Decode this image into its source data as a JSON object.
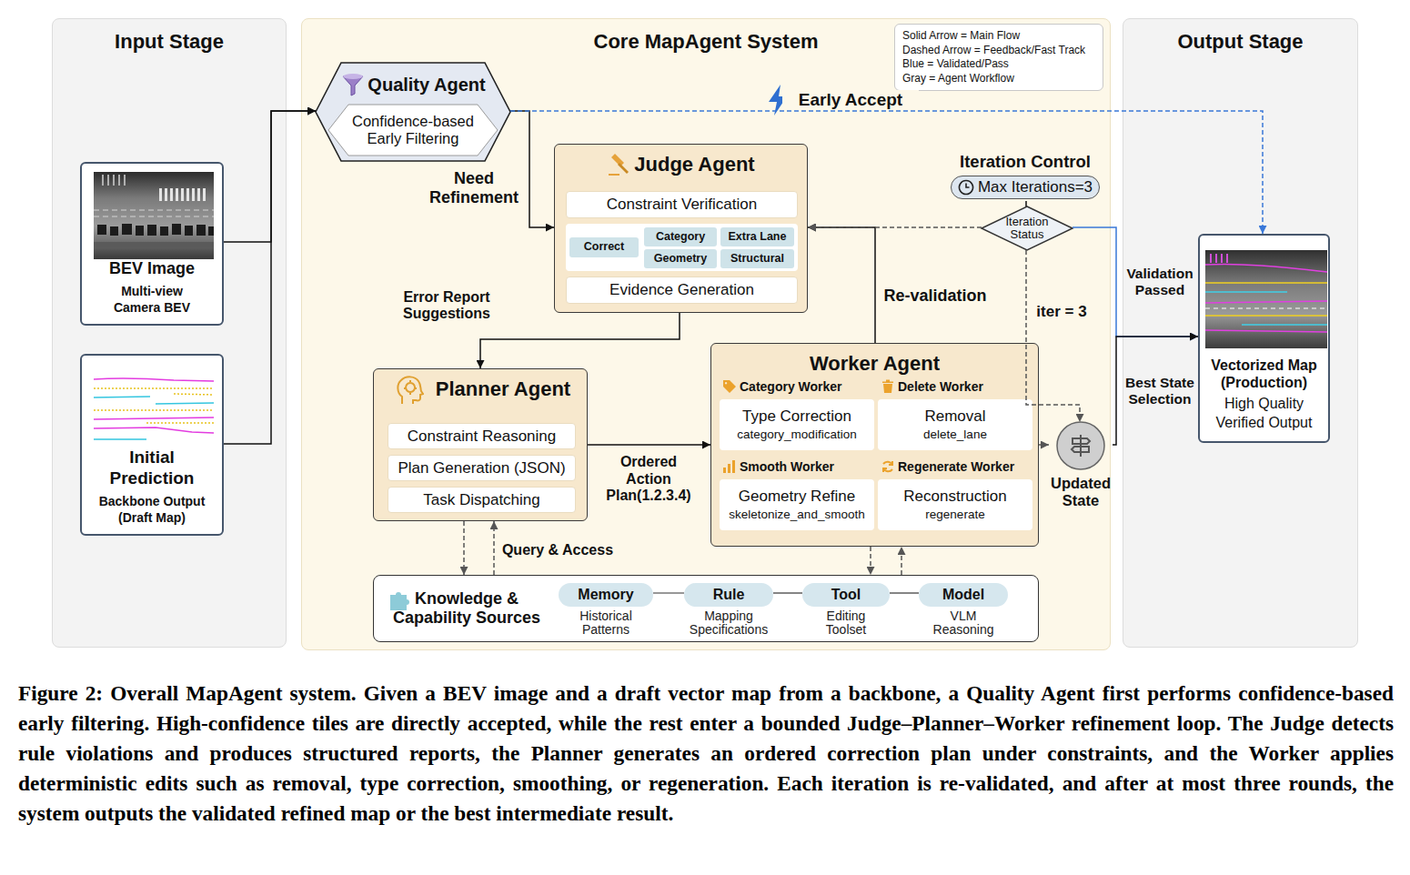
{
  "diagram": {
    "caption": "Figure 2: Overall MapAgent system. Given a BEV image and a draft vector map from a backbone, a Quality Agent first performs confidence-based early filtering. High-confidence tiles are directly accepted, while the rest enter a bounded Judge–Planner–Worker refinement loop. The Judge detects rule violations and produces structured reports, the Planner generates an ordered correction plan under constraints, and the Worker applies deterministic edits such as removal, type correction, smoothing, or regeneration. Each iteration is re-validated, and after at most three rounds, the system outputs the validated refined map or the best intermediate result.",
    "nodes": [
      {
        "text": [
          "Input Stage"
        ]
      },
      {
        "text": [
          "BEV Image",
          "Multi-view Camera BEV"
        ],
        "in": 0
      },
      {
        "text": [
          "Initial Prediction",
          "Backbone Output (Draft Map)"
        ],
        "in": 0
      },
      {
        "text": [
          "Core MapAgent System"
        ]
      },
      {
        "text": [
          "Quality Agent",
          "Confidence-based Early Filtering"
        ],
        "in": 3
      },
      {
        "text": [
          "Judge Agent"
        ],
        "in": 3
      },
      {
        "text": [
          "Constraint Verification"
        ],
        "in": 5
      },
      {
        "text": [
          "Correct"
        ],
        "in": 5
      },
      {
        "text": [
          "Category"
        ],
        "in": 5
      },
      {
        "text": [
          "Extra Lane"
        ],
        "in": 5
      },
      {
        "text": [
          "Geometry"
        ],
        "in": 5
      },
      {
        "text": [
          "Structural"
        ],
        "in": 5
      },
      {
        "text": [
          "Evidence Generation"
        ],
        "in": 5
      },
      {
        "text": [
          "Iteration Control",
          "Max Iterations=3"
        ],
        "in": 3
      },
      {
        "text": [
          "Iteration Status"
        ],
        "in": 3
      },
      {
        "text": [
          "Planner Agent"
        ],
        "in": 3
      },
      {
        "text": [
          "Constraint Reasoning"
        ],
        "in": 15
      },
      {
        "text": [
          "Plan Generation (JSON)"
        ],
        "in": 15
      },
      {
        "text": [
          "Task Dispatching"
        ],
        "in": 15
      },
      {
        "text": [
          "Worker Agent"
        ],
        "in": 3
      },
      {
        "text": [
          "Category Worker",
          "Type Correction",
          "category_modification"
        ],
        "in": 19
      },
      {
        "text": [
          "Delete Worker",
          "Removal",
          "delete_lane"
        ],
        "in": 19
      },
      {
        "text": [
          "Smooth Worker",
          "Geometry Refine",
          "skeletonize_and_smooth"
        ],
        "in": 19
      },
      {
        "text": [
          "Regenerate Worker",
          "Reconstruction",
          "regenerate"
        ],
        "in": 19
      },
      {
        "text": [
          "Updated State"
        ],
        "in": 3
      },
      {
        "text": [
          "Knowledge & Capability Sources"
        ],
        "in": 3
      },
      {
        "text": [
          "Memory",
          "Historical Patterns"
        ],
        "in": 25
      },
      {
        "text": [
          "Rule",
          "Mapping Specifications"
        ],
        "in": 25
      },
      {
        "text": [
          "Tool",
          "Editing Toolset"
        ],
        "in": 25
      },
      {
        "text": [
          "Model",
          "VLM Reasoning"
        ],
        "in": 25
      },
      {
        "text": [
          "Output Stage"
        ]
      },
      {
        "text": [
          "Vectorized Map (Production)",
          "High Quality Verified Output"
        ],
        "in": 30
      }
    ],
    "edges": [
      {
        "from": 1,
        "to": 4,
        "arrow": "to"
      },
      {
        "from": 2,
        "to": 4,
        "arrow": "to"
      },
      {
        "from": 4,
        "to": 5,
        "label": "Need Refinement",
        "arrow": "to"
      },
      {
        "from": 4,
        "to": 31,
        "label": "Early Accept",
        "arrow": "to"
      },
      {
        "from": 5,
        "to": 15,
        "label": "Error Report Suggestions",
        "arrow": "to"
      },
      {
        "from": 15,
        "to": 19,
        "label": "Ordered Action Plan(1.2.3.4)",
        "arrow": "to"
      },
      {
        "from": 19,
        "to": 5,
        "label": "Re-validation",
        "arrow": "to"
      },
      {
        "from": 14,
        "to": 5,
        "arrow": "to"
      },
      {
        "from": 13,
        "to": 14,
        "arrow": "none"
      },
      {
        "from": 14,
        "to": 31,
        "label": "Validation Passed",
        "arrow": "to"
      },
      {
        "from": 14,
        "to": 24,
        "label": "iter = 3",
        "arrow": "to"
      },
      {
        "from": 19,
        "to": 24,
        "arrow": "to"
      },
      {
        "from": 24,
        "to": 31,
        "label": "Best State Selection",
        "arrow": "to"
      },
      {
        "from": 15,
        "to": 25,
        "arrow": "to"
      },
      {
        "from": 25,
        "to": 15,
        "label": "Query & Access",
        "arrow": "to"
      },
      {
        "from": 19,
        "to": 25,
        "arrow": "to"
      },
      {
        "from": 25,
        "to": 19,
        "arrow": "to"
      },
      {
        "from": 26,
        "to": 27,
        "arrow": "none"
      },
      {
        "from": 27,
        "to": 28,
        "arrow": "none"
      },
      {
        "from": 28,
        "to": 29,
        "arrow": "none"
      }
    ],
    "legend": [
      {
        "text": "Solid Arrow = Main Flow"
      },
      {
        "text": "Dashed Arrow = Feedback/Fast Track"
      },
      {
        "text": "Blue = Validated/Pass"
      },
      {
        "text": "Gray = Agent Workflow"
      }
    ]
  }
}
